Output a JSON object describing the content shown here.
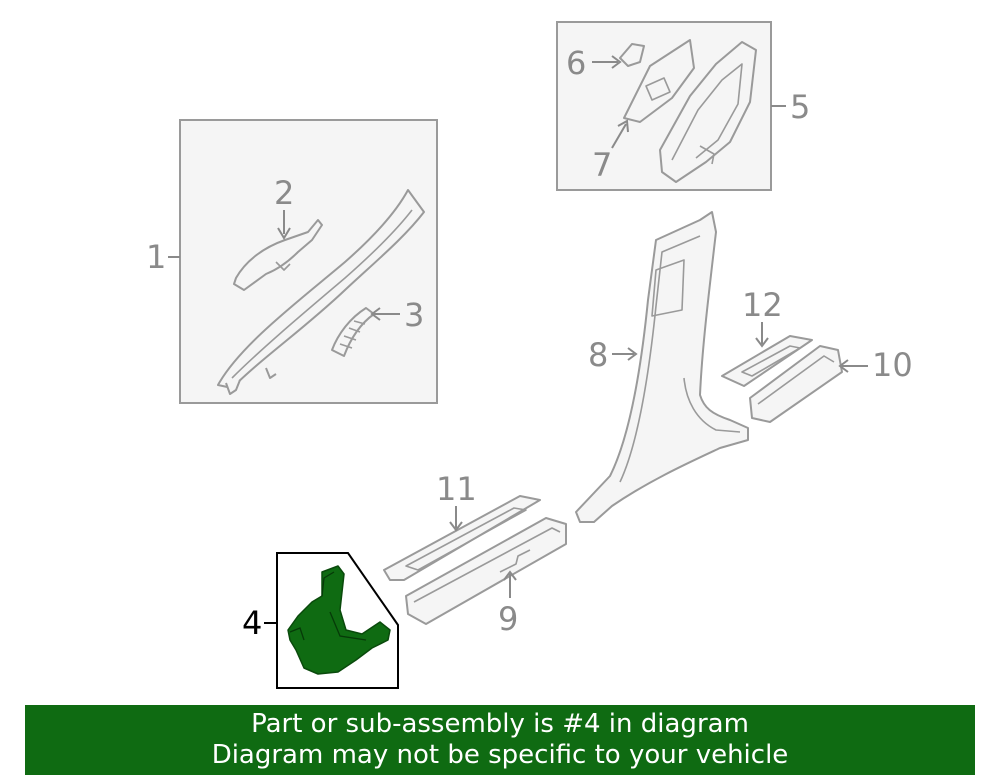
{
  "callouts": {
    "c1": "1",
    "c2": "2",
    "c3": "3",
    "c4": "4",
    "c5": "5",
    "c6": "6",
    "c7": "7",
    "c8": "8",
    "c9": "9",
    "c10": "10",
    "c11": "11",
    "c12": "12"
  },
  "highlighted_part": "4",
  "colors": {
    "highlight": "#0f6b12",
    "banner_bg": "#0f6b12",
    "banner_text": "#ffffff"
  },
  "banner": {
    "line1": "Part or sub-assembly is #4 in diagram",
    "line2": "Diagram may not be specific to your vehicle"
  }
}
